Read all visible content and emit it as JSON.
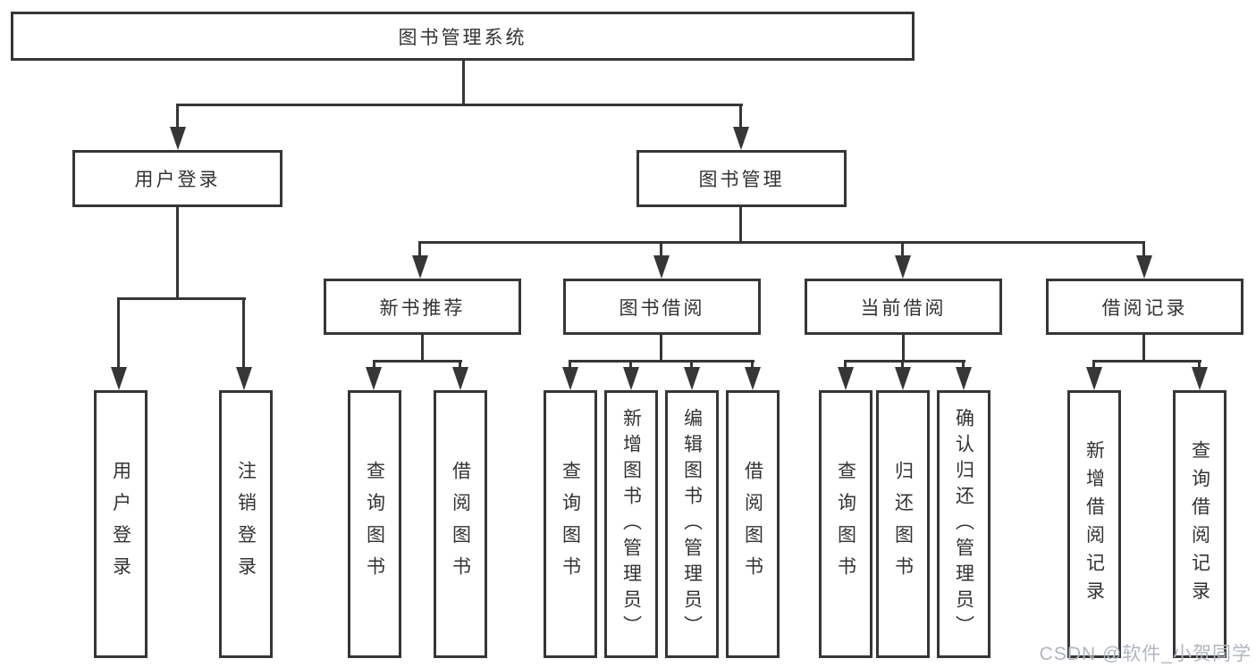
{
  "diagram": {
    "root": {
      "label": "图书管理系统"
    },
    "branches": [
      {
        "label": "用户登录",
        "children": [
          {
            "label": "用户登录"
          },
          {
            "label": "注销登录"
          }
        ]
      },
      {
        "label": "图书管理",
        "children": [
          {
            "label": "新书推荐",
            "children": [
              {
                "label": "查询图书"
              },
              {
                "label": "借阅图书"
              }
            ]
          },
          {
            "label": "图书借阅",
            "children": [
              {
                "label": "查询图书"
              },
              {
                "label": "新增图书（管理员）"
              },
              {
                "label": "编辑图书（管理员）"
              },
              {
                "label": "借阅图书"
              }
            ]
          },
          {
            "label": "当前借阅",
            "children": [
              {
                "label": "查询图书"
              },
              {
                "label": "归还图书"
              },
              {
                "label": "确认归还（管理员）"
              }
            ]
          },
          {
            "label": "借阅记录",
            "children": [
              {
                "label": "新增借阅记录"
              },
              {
                "label": "查询借阅记录"
              }
            ]
          }
        ]
      }
    ]
  },
  "watermark": {
    "text": "CSDN @软件_小贺同学"
  },
  "colors": {
    "line": "#363636",
    "box_border": "#363636",
    "text": "#333333",
    "background": "#ffffff",
    "watermark": "#b1b6bd"
  }
}
